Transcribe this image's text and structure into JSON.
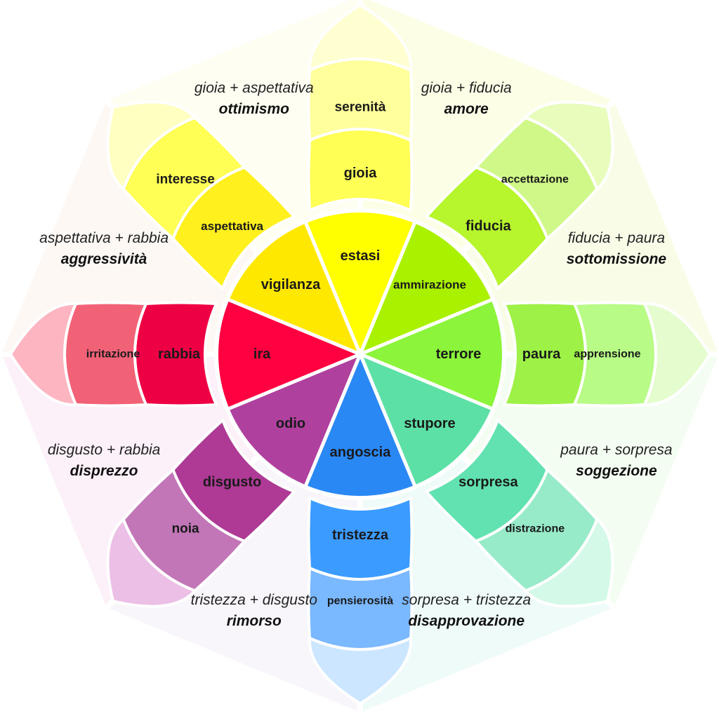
{
  "petals": [
    {
      "id": "joy",
      "colors": [
        "#ffff00",
        "#ffff55",
        "#ffff9c",
        "#ffffd2"
      ],
      "labels": {
        "inner": "estasi",
        "mid": "gioia",
        "outer": "serenità"
      }
    },
    {
      "id": "trust",
      "colors": [
        "#aaf100",
        "#b7f52c",
        "#d0f889",
        "#e8fcbc"
      ],
      "labels": {
        "inner": "ammirazione",
        "mid": "fiducia",
        "outer": "accettazione"
      }
    },
    {
      "id": "fear",
      "colors": [
        "#8cf43a",
        "#9df147",
        "#b8fb86",
        "#e5fccf"
      ],
      "labels": {
        "inner": "terrore",
        "mid": "paura",
        "outer": "apprensione"
      }
    },
    {
      "id": "surprise",
      "colors": [
        "#5ce0a6",
        "#62e2b0",
        "#97ebc9",
        "#d4f9e8"
      ],
      "labels": {
        "inner": "stupore",
        "mid": "sorpresa",
        "outer": "distrazione"
      }
    },
    {
      "id": "sadness",
      "colors": [
        "#2a88f5",
        "#3b9bff",
        "#7ab8ff",
        "#cce6ff"
      ],
      "labels": {
        "inner": "angoscia",
        "mid": "tristezza",
        "outer": "pensierosità"
      }
    },
    {
      "id": "disgust",
      "colors": [
        "#b0409e",
        "#ae3a95",
        "#c276b7",
        "#ecbfe6"
      ],
      "labels": {
        "inner": "odio",
        "mid": "disgusto",
        "outer": "noia"
      }
    },
    {
      "id": "anger",
      "colors": [
        "#ff0040",
        "#ee0044",
        "#f26277",
        "#fcb5c1"
      ],
      "labels": {
        "inner": "ira",
        "mid": "rabbia",
        "outer": "irritazione"
      }
    },
    {
      "id": "anticipation",
      "colors": [
        "#ffe800",
        "#fff01e",
        "#ffff55",
        "#ffffc2"
      ],
      "labels": {
        "inner": "vigilanza",
        "mid": "aspettativa",
        "outer": "interesse"
      }
    }
  ],
  "dyads": [
    {
      "combo": "gioia + fiducia",
      "name": "amore"
    },
    {
      "combo": "fiducia + paura",
      "name": "sottomissione"
    },
    {
      "combo": "paura + sorpresa",
      "name": "soggezione"
    },
    {
      "combo": "sorpresa + tristezza",
      "name": "disapprovazione"
    },
    {
      "combo": "tristezza + disgusto",
      "name": "rimorso"
    },
    {
      "combo": "disgusto + rabbia",
      "name": "disprezzo"
    },
    {
      "combo": "aspettativa + rabbia",
      "name": "aggressività"
    },
    {
      "combo": "gioia + aspettativa",
      "name": "ottimismo"
    }
  ],
  "dyad_colors": [
    "#fcfee6",
    "#f9fde8",
    "#f4fdf2",
    "#effbf9",
    "#f9f6fb",
    "#fcf0f9",
    "#fdf8f4",
    "#fefef2"
  ]
}
